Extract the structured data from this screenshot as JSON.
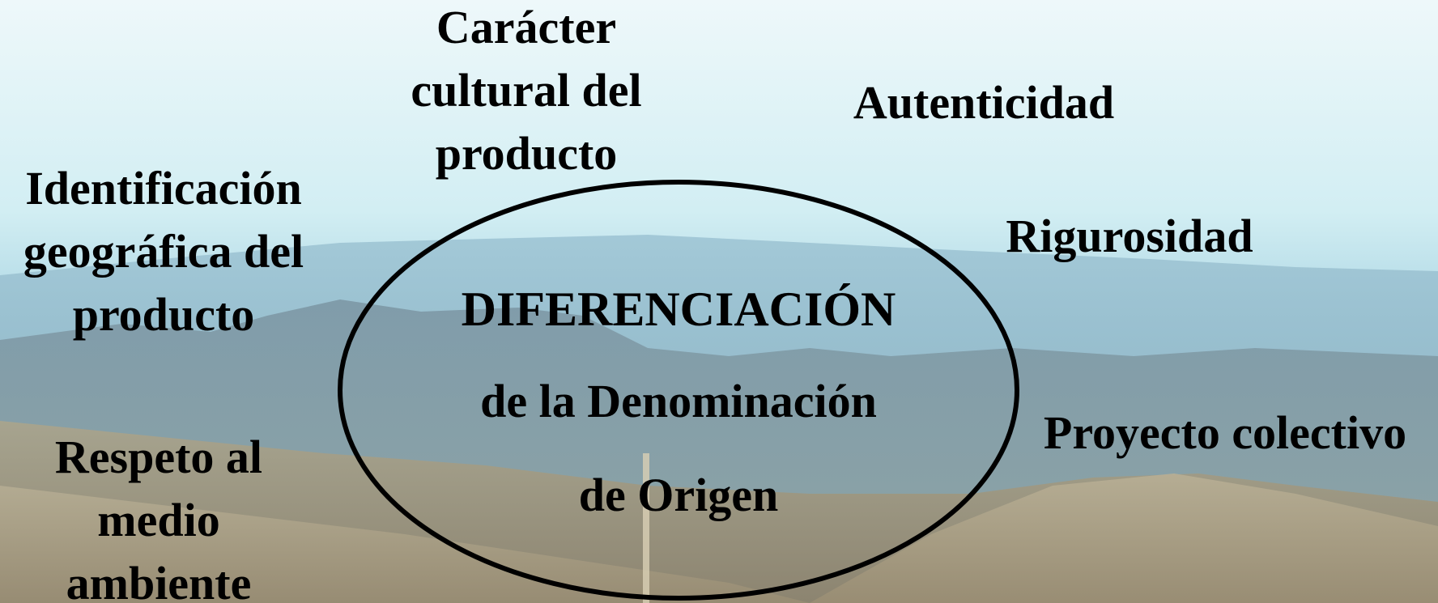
{
  "diagram": {
    "center": {
      "line1": "DIFERENCIACIÓN",
      "line2": "de la Denominación",
      "line3": "de Origen"
    },
    "attributes": [
      {
        "lines": [
          "Carácter",
          "cultural del",
          "producto"
        ]
      },
      {
        "lines": [
          "Autenticidad"
        ]
      },
      {
        "lines": [
          "Identificación",
          "geográfica del",
          "producto"
        ]
      },
      {
        "lines": [
          "Rigurosidad"
        ]
      },
      {
        "lines": [
          "Proyecto colectivo"
        ]
      },
      {
        "lines": [
          "Respeto al",
          "medio",
          "ambiente"
        ]
      }
    ]
  },
  "colors": {
    "text": "#000000",
    "sky_top": "#e9f6f8",
    "sky_mid": "#bfe6ee",
    "distant_mountains": "#8fb3c6",
    "hills": "#9a8f78"
  }
}
